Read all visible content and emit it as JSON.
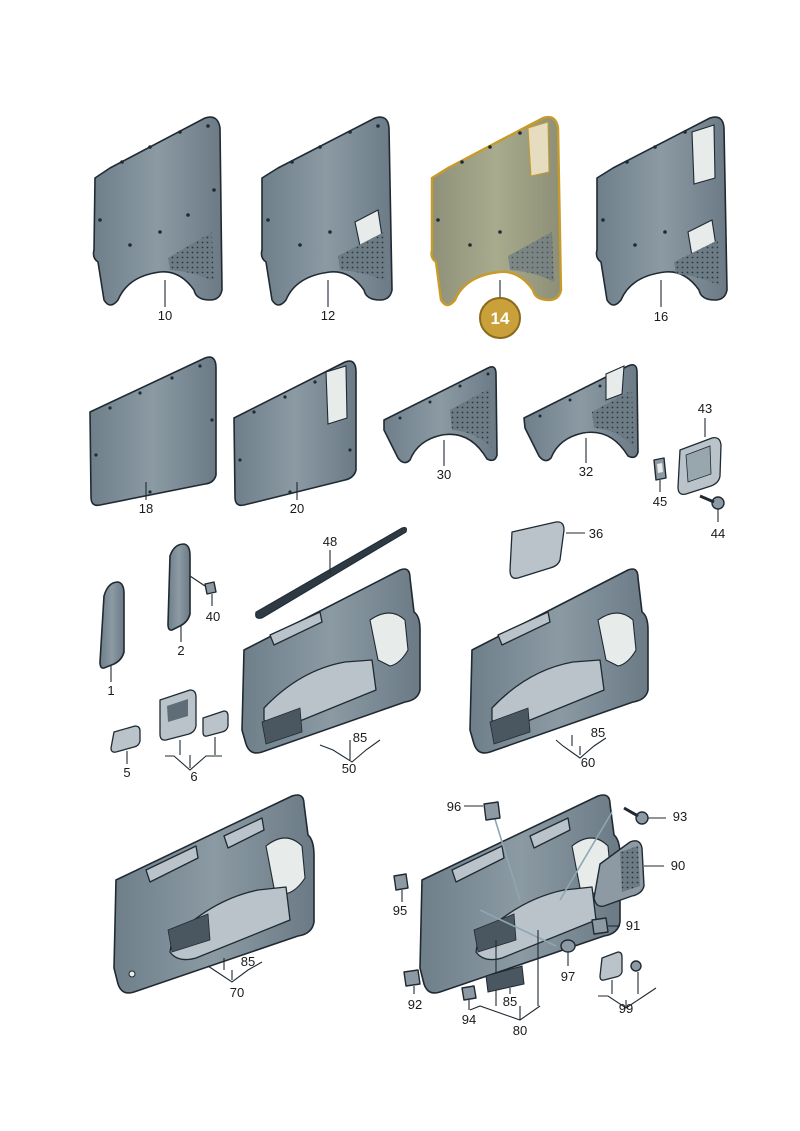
{
  "highlight": {
    "label": "14",
    "color": "#c9a03a"
  },
  "labels": {
    "p10": "10",
    "p12": "12",
    "p16": "16",
    "p18": "18",
    "p20": "20",
    "p30": "30",
    "p32": "32",
    "p43": "43",
    "p45": "45",
    "p44": "44",
    "p48": "48",
    "p36": "36",
    "p1": "1",
    "p2": "2",
    "p40": "40",
    "p5": "5",
    "p6": "6",
    "p85a": "85",
    "p50": "50",
    "p85b": "85",
    "p60": "60",
    "p85c": "85",
    "p70": "70",
    "p96": "96",
    "p93": "93",
    "p90": "90",
    "p95": "95",
    "p91": "91",
    "p97": "97",
    "p92": "92",
    "p94": "94",
    "p85d": "85",
    "p80": "80",
    "p99": "99"
  },
  "colors": {
    "panel": "#7f8e98",
    "highlight_fill": "#a9ad8a",
    "outline": "#1f2a33"
  }
}
